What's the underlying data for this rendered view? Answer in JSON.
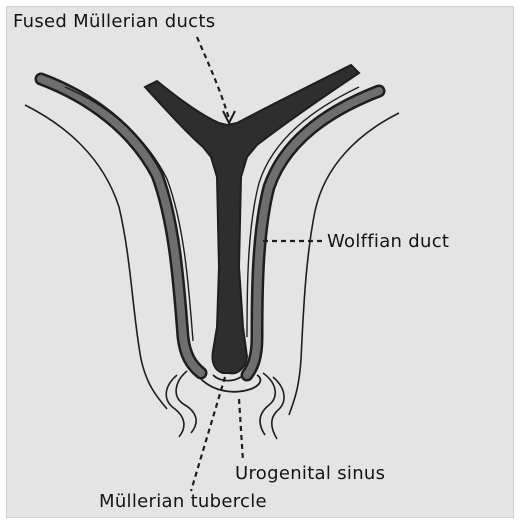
{
  "labels": {
    "fused": "Fused Müllerian ducts",
    "wolffian": "Wolffian duct",
    "sinus": "Urogenital sinus",
    "tubercle": "Müllerian tubercle"
  },
  "colors": {
    "background": "#e4e4e4",
    "outline": "#1e1e1e",
    "wolffian_band": "#6e6e6e",
    "mullerian_fill": "#2e2e2e",
    "label_text": "#141414"
  }
}
